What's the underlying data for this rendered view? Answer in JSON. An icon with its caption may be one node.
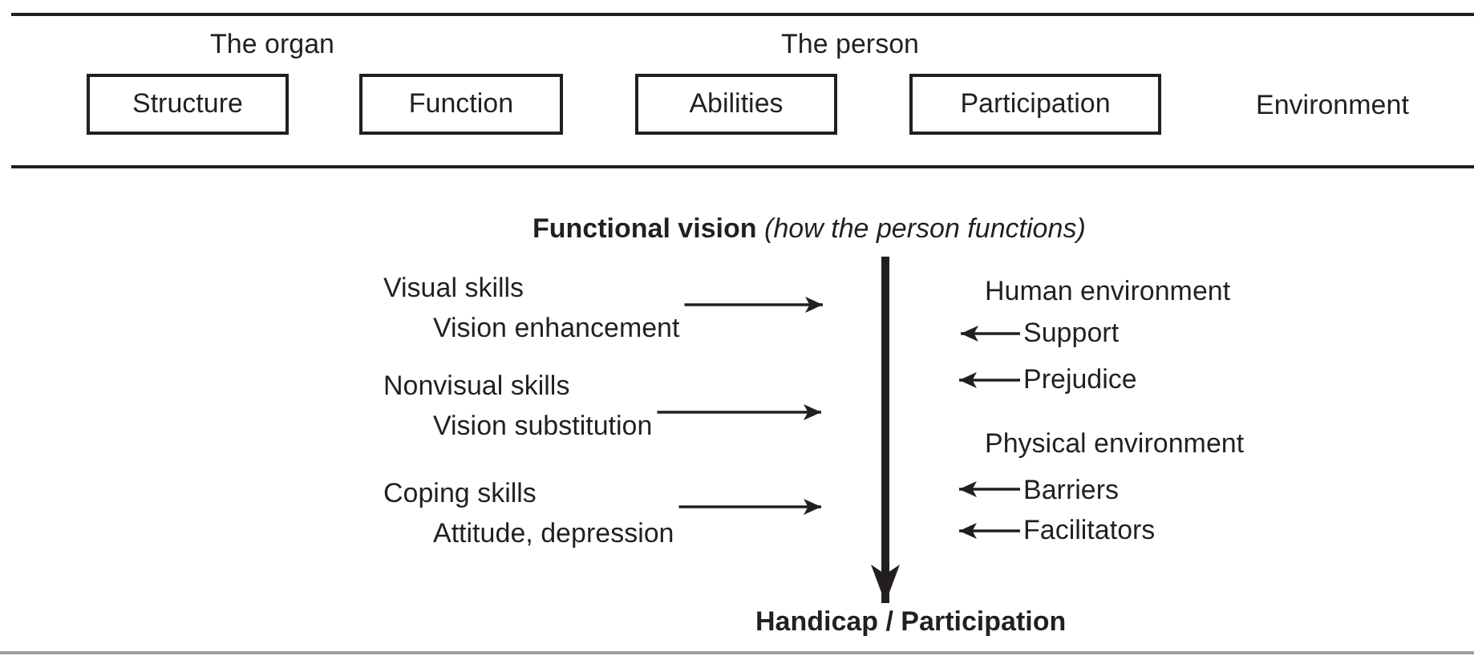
{
  "diagram": {
    "nodes": [
      {
        "text": [
          "Structure"
        ]
      },
      {
        "text": [
          "Function"
        ]
      },
      {
        "text": [
          "Abilities"
        ]
      },
      {
        "text": [
          "Participation"
        ]
      },
      {
        "text": [
          "**Functional vision** *(how the person functions)*"
        ]
      },
      {
        "text": [
          "Handicap / Participation"
        ]
      },
      {
        "text": [
          "Visual skills",
          "Vision enhancement"
        ]
      },
      {
        "text": [
          "Nonvisual skills",
          "Vision substitution"
        ]
      },
      {
        "text": [
          "Coping skills",
          "Attitude, depression"
        ]
      },
      {
        "text": [
          "Support"
        ]
      },
      {
        "text": [
          "Prejudice"
        ]
      },
      {
        "text": [
          "Barriers"
        ]
      },
      {
        "text": [
          "Facilitators"
        ]
      }
    ],
    "edges": [
      {
        "from": 4,
        "to": 5,
        "arrow": "to",
        "style": "thick"
      },
      {
        "from": 6,
        "to": null,
        "arrow": "to"
      },
      {
        "from": 7,
        "to": null,
        "arrow": "to"
      },
      {
        "from": 8,
        "to": null,
        "arrow": "to"
      },
      {
        "from": 9,
        "to": null,
        "arrow": "to"
      },
      {
        "from": 10,
        "to": null,
        "arrow": "to"
      },
      {
        "from": 11,
        "to": null,
        "arrow": "to"
      },
      {
        "from": 12,
        "to": null,
        "arrow": "to"
      }
    ],
    "labels": [
      "The organ",
      "The person",
      "Environment",
      "Human environment",
      "Physical environment"
    ]
  }
}
